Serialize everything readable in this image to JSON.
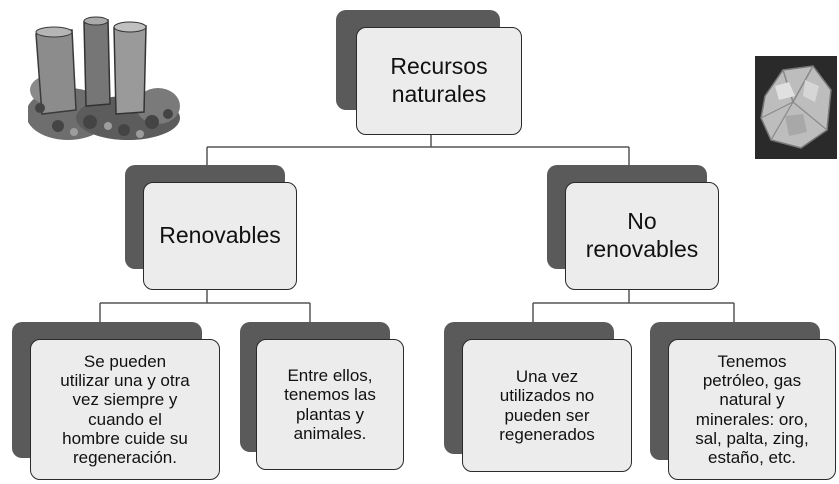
{
  "diagram": {
    "root": {
      "label": "Recursos\nnaturales"
    },
    "branches": [
      {
        "label": "Renovables",
        "children": [
          {
            "label": "Se pueden\nutilizar una y otra\nvez siempre y\ncuando el\nhombre cuide su\nregeneración."
          },
          {
            "label": "Entre ellos,\ntenemos las\nplantas y\nanimales."
          }
        ]
      },
      {
        "label": "No\nrenovables",
        "children": [
          {
            "label": "Una vez\nutilizados no\npueden ser\nregenerados"
          },
          {
            "label": "Tenemos\npetróleo, gas\nnatural y\nminerales: oro,\nsal, palta, zing,\nestaño, etc."
          }
        ]
      }
    ]
  },
  "images": {
    "tree_stumps": {
      "icon": "tree-stumps-photo"
    },
    "mineral": {
      "icon": "mineral-rock-photo"
    }
  },
  "colors": {
    "box_fill": "#ececec",
    "box_shadow": "#5a5a5a",
    "line": "#555555"
  }
}
